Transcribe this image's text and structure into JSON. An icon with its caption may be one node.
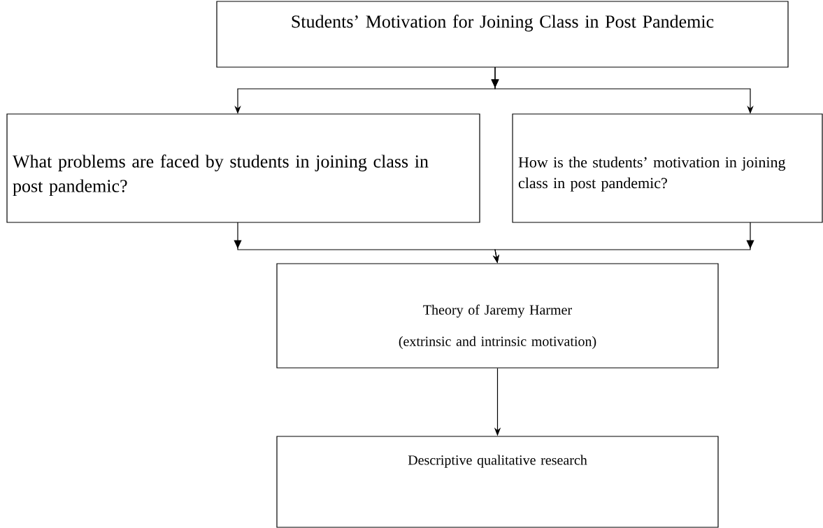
{
  "diagram": {
    "nodes": [
      {
        "text": [
          "Students’ Motivation for Joining Class in Post Pandemic"
        ]
      },
      {
        "text": [
          "What problems are faced by students in joining class in post pandemic?"
        ]
      },
      {
        "text": [
          "How is the students’ motivation in joining class in post pandemic?"
        ]
      },
      {
        "text": [
          "Theory of Jaremy Harmer",
          "(extrinsic and intrinsic motivation)"
        ]
      },
      {
        "text": [
          "Descriptive qualitative research"
        ]
      }
    ],
    "edges": [
      {
        "from": 0,
        "to": 1,
        "arrow": "to"
      },
      {
        "from": 0,
        "to": 2,
        "arrow": "to"
      },
      {
        "from": 1,
        "to": 3,
        "arrow": "to"
      },
      {
        "from": 2,
        "to": 3,
        "arrow": "to"
      },
      {
        "from": 3,
        "to": 4,
        "arrow": "to"
      }
    ]
  }
}
